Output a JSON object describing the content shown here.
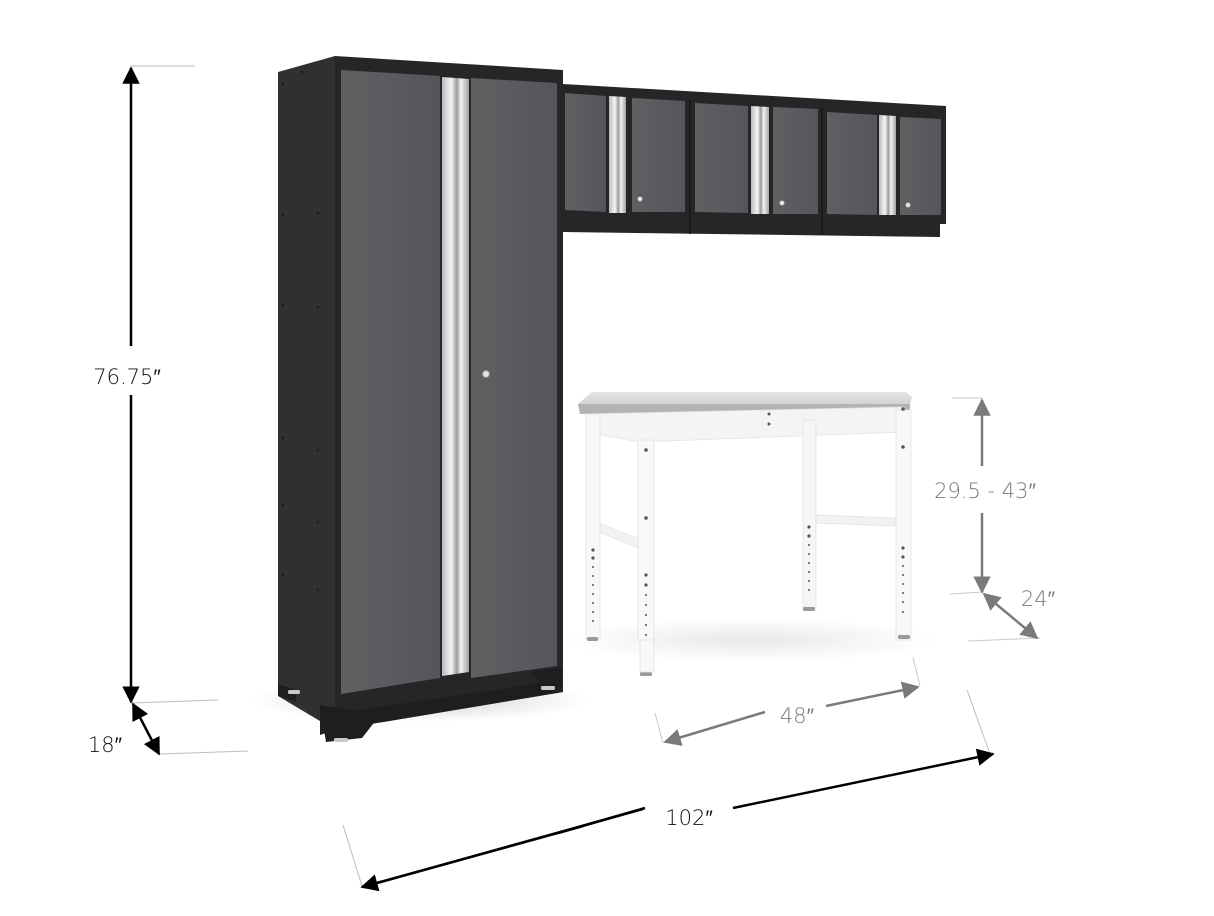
{
  "figure": {
    "subject": "Garage cabinet set with workbench",
    "colors": {
      "background": "#ffffff",
      "cabinet_frame": "#2b2b2d",
      "cabinet_door": "#5b5c5e",
      "cabinet_door_light": "#66676a",
      "handle": "#e8e8e8",
      "handle_shadow": "#a9a9ab",
      "workbench_frame": "#f4f5f6",
      "workbench_top": "#c9cacc",
      "dimension_primary": "#000000",
      "dimension_secondary": "#7a7a7a",
      "extension_line": "#bdbdbd"
    }
  },
  "dimensions": {
    "overall_height": {
      "label": "76.75″",
      "value_in": 76.75
    },
    "cabinet_depth": {
      "label": "18″",
      "value_in": 18
    },
    "overall_width": {
      "label": "102″",
      "value_in": 102
    },
    "workbench_height": {
      "label": "29.5 - 43″",
      "min_in": 29.5,
      "max_in": 43
    },
    "workbench_depth": {
      "label": "24″",
      "value_in": 24
    },
    "workbench_width": {
      "label": "48″",
      "value_in": 48
    }
  },
  "components": {
    "tall_cabinet": {
      "doors": 2,
      "handles": 1,
      "locks": 1
    },
    "wall_cabinets": {
      "count": 3,
      "doors_each": 2
    },
    "workbench": {
      "top": "stainless steel",
      "legs": 4,
      "adjustable": true
    }
  }
}
